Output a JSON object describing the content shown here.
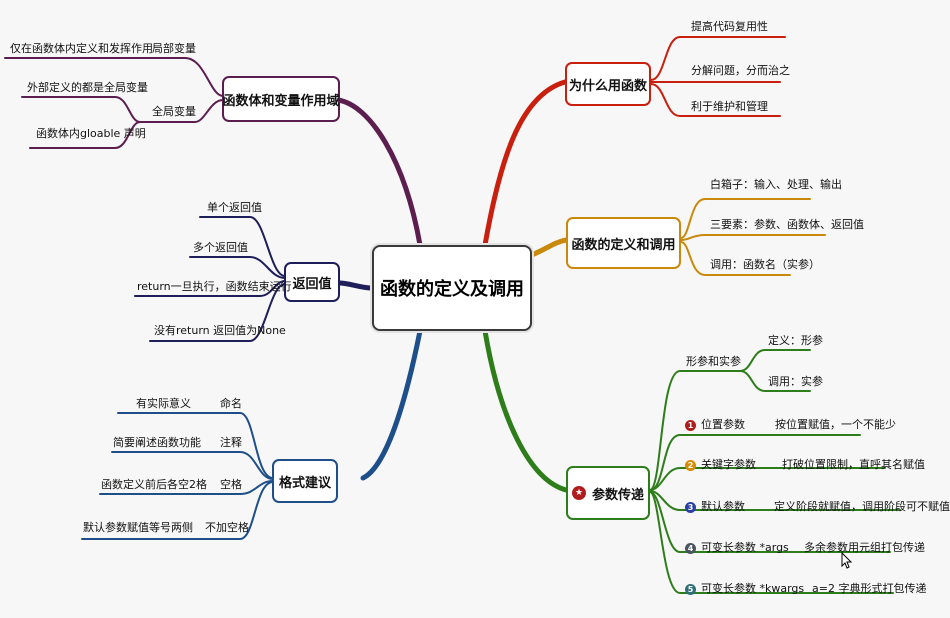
{
  "center": "函数的定义及调用",
  "colors": {
    "scope": "#5b1e4f",
    "ret": "#1e1e5b",
    "format": "#1f4f8a",
    "why": "#c81f0f",
    "def": "#c9890a",
    "params": "#2e7d1b"
  },
  "scope": {
    "title": "函数体和变量作用域",
    "local_label": "局部变量",
    "local_desc": "仅在函数体内定义和发挥作用",
    "global_label": "全局变量",
    "global_items": [
      "外部定义的都是全局变量",
      "函数体内gloable 声明"
    ]
  },
  "ret": {
    "title": "返回值",
    "items": [
      "单个返回值",
      "多个返回值",
      "return一旦执行，函数结束运行",
      "没有return 返回值为None"
    ]
  },
  "format": {
    "title": "格式建议",
    "items": [
      {
        "label": "命名",
        "desc": "有实际意义"
      },
      {
        "label": "注释",
        "desc": "简要阐述函数功能"
      },
      {
        "label": "空格",
        "desc": "函数定义前后各空2格"
      },
      {
        "label": "不加空格",
        "desc": "默认参数赋值等号两侧"
      }
    ]
  },
  "why": {
    "title": "为什么用函数",
    "items": [
      "提高代码复用性",
      "分解问题，分而治之",
      "利于维护和管理"
    ]
  },
  "def": {
    "title": "函数的定义和调用",
    "items": [
      "白箱子：输入、处理、输出",
      "三要素：参数、函数体、返回值",
      "调用：函数名（实参）"
    ]
  },
  "params": {
    "title": "参数传递",
    "star_icon": "star-icon",
    "formal_label": "形参和实参",
    "formal_items": [
      "定义：形参",
      "调用：实参"
    ],
    "types": [
      {
        "num": "1",
        "color": "#b01c1c",
        "label": "位置参数",
        "desc": "按位置赋值，一个不能少"
      },
      {
        "num": "2",
        "color": "#d98b00",
        "label": "关键字参数",
        "desc": "打破位置限制，直呼其名赋值"
      },
      {
        "num": "3",
        "color": "#2a3fa8",
        "label": "默认参数",
        "desc": "定义阶段就赋值，调用阶段可不赋值"
      },
      {
        "num": "4",
        "color": "#4a5560",
        "label": "可变长参数 *args",
        "desc": "多余参数用元组打包传递"
      },
      {
        "num": "5",
        "color": "#2e6f7a",
        "label": "可变长参数 *kwargs",
        "desc": "a=2 字典形式打包传递"
      }
    ]
  }
}
